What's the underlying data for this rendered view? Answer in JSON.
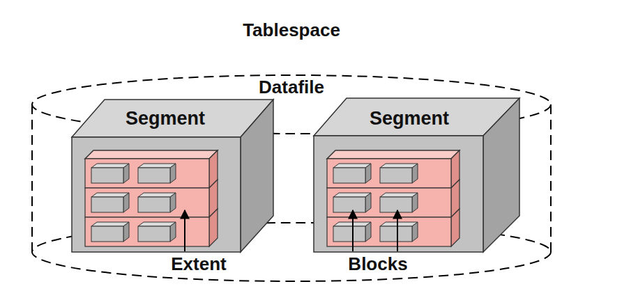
{
  "diagram": {
    "title": "Tablespace",
    "nodes": [
      {
        "text": [
          "Datafile"
        ]
      },
      {
        "text": [
          "Segment"
        ],
        "in": 0
      },
      {
        "text": [
          "Segment"
        ],
        "in": 0
      }
    ],
    "labels": [
      "Extent",
      "Blocks"
    ]
  }
}
